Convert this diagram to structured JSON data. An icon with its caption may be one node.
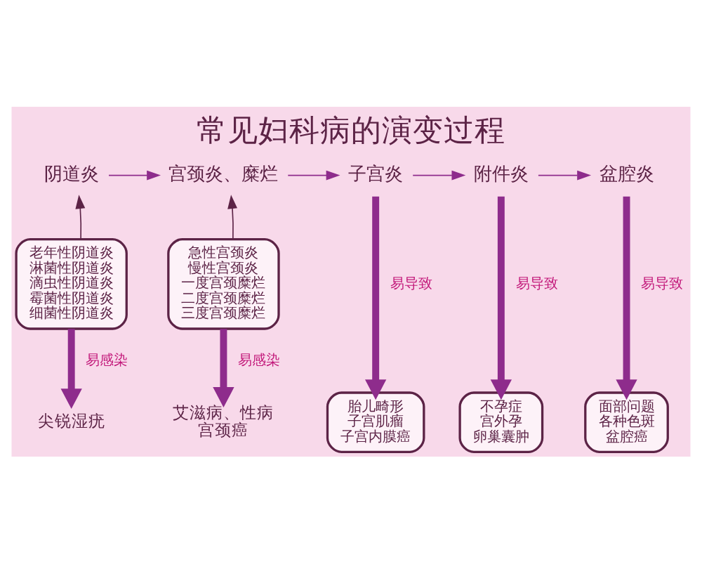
{
  "diagram": {
    "title": "常见妇科病的演变过程",
    "nodes": [
      {
        "text": [
          "阴道炎"
        ]
      },
      {
        "text": [
          "宫颈炎、糜烂"
        ]
      },
      {
        "text": [
          "子宫炎"
        ]
      },
      {
        "text": [
          "附件炎"
        ]
      },
      {
        "text": [
          "盆腔炎"
        ]
      },
      {
        "text": [
          "老年性阴道炎",
          "淋菌性阴道炎",
          "滴虫性阴道炎",
          "霉菌性阴道炎",
          "细菌性阴道炎"
        ]
      },
      {
        "text": [
          "急性宫颈炎",
          "慢性宫颈炎",
          "一度宫颈糜烂",
          "二度宫颈糜烂",
          "三度宫颈糜烂"
        ]
      },
      {
        "text": [
          "尖锐湿疣"
        ]
      },
      {
        "text": [
          "艾滋病、性病",
          "宫颈癌"
        ]
      },
      {
        "text": [
          "胎儿畸形",
          "子宫肌瘤",
          "子宫内膜癌"
        ]
      },
      {
        "text": [
          "不孕症",
          "宫外孕",
          "卵巢囊肿"
        ]
      },
      {
        "text": [
          "面部问题",
          "各种色斑",
          "盆腔癌"
        ]
      }
    ],
    "edges": [
      {
        "from": 0,
        "to": 1,
        "arrow": "to"
      },
      {
        "from": 1,
        "to": 2,
        "arrow": "to"
      },
      {
        "from": 2,
        "to": 3,
        "arrow": "to"
      },
      {
        "from": 3,
        "to": 4,
        "arrow": "to"
      },
      {
        "from": 5,
        "to": 0,
        "arrow": "to",
        "color": "#5c2346"
      },
      {
        "from": 6,
        "to": 1,
        "arrow": "to",
        "color": "#5c2346"
      },
      {
        "from": 5,
        "to": 7,
        "arrow": "to",
        "label": "易感染",
        "style": "thick"
      },
      {
        "from": 6,
        "to": 8,
        "arrow": "to",
        "label": "易感染",
        "style": "thick"
      },
      {
        "from": 2,
        "to": 9,
        "arrow": "to",
        "label": "易导致",
        "style": "thick"
      },
      {
        "from": 3,
        "to": 10,
        "arrow": "to",
        "label": "易导致",
        "style": "thick"
      },
      {
        "from": 4,
        "to": 11,
        "arrow": "to",
        "label": "易导致",
        "style": "thick"
      }
    ]
  }
}
